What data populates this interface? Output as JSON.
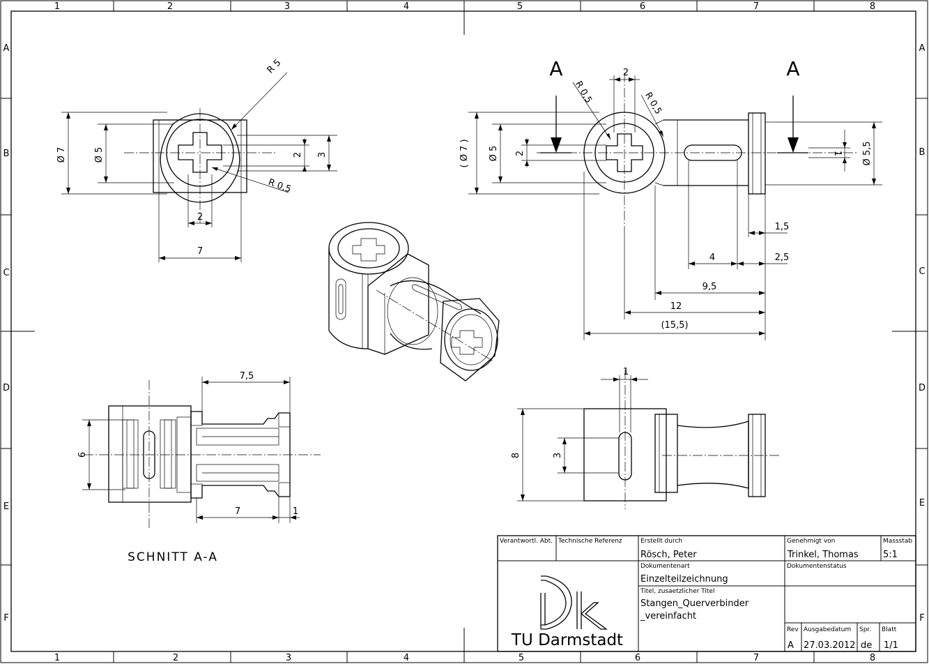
{
  "grid": {
    "columns": [
      "1",
      "2",
      "3",
      "4",
      "5",
      "6",
      "7",
      "8"
    ],
    "rows": [
      "A",
      "B",
      "C",
      "D",
      "E",
      "F"
    ]
  },
  "section_label": "SCHNITT A-A",
  "section_marks": [
    "A",
    "A"
  ],
  "dimensions": {
    "front_d7": "Ø 7",
    "front_d5": "Ø 5",
    "front_r5": "R 5",
    "front_r05": "R 0,5",
    "front_2v": "2",
    "front_3v": "3",
    "front_2h": "2",
    "front_7h": "7",
    "side_2top": "2",
    "side_r05a": "R 0,5",
    "side_r05b": "R 0,5",
    "side_d7ref": "( Ø 7 )",
    "side_d5": "Ø 5",
    "side_2": "2",
    "side_1": "1",
    "side_d55": "Ø 5,5",
    "side_15": "1,5",
    "side_4": "4",
    "side_25": "2,5",
    "side_95": "9,5",
    "side_12": "12",
    "side_155": "(15,5)",
    "sect_75": "7,5",
    "sect_6": "6",
    "sect_7": "7",
    "sect_1": "1",
    "bot_1": "1",
    "bot_8": "8",
    "bot_3": "3"
  },
  "title_block": {
    "h_resp": "Verantwortl. Abt.",
    "h_techref": "Technische Referenz",
    "h_created": "Erstellt durch",
    "created_by": "Rösch, Peter",
    "h_approved": "Genehmigt von",
    "approved_by": "Trinkel, Thomas",
    "h_scale": "Massstab",
    "scale": "5:1",
    "h_doctype": "Dokumentenart",
    "doctype": "Einzelteilzeichnung",
    "h_docstatus": "Dokumentenstatus",
    "h_title": "Titel, zusaetzlicher Titel",
    "title_line1": "Stangen_Querverbinder",
    "title_line2": "_vereinfacht",
    "h_rev": "Rev",
    "rev": "A",
    "h_date": "Ausgabedatum",
    "date": "27.03.2012",
    "h_lang": "Spr.",
    "lang": "de",
    "h_sheet": "Blatt",
    "sheet": "1/1",
    "institution": "TU Darmstadt",
    "logo_text": "DiK"
  }
}
